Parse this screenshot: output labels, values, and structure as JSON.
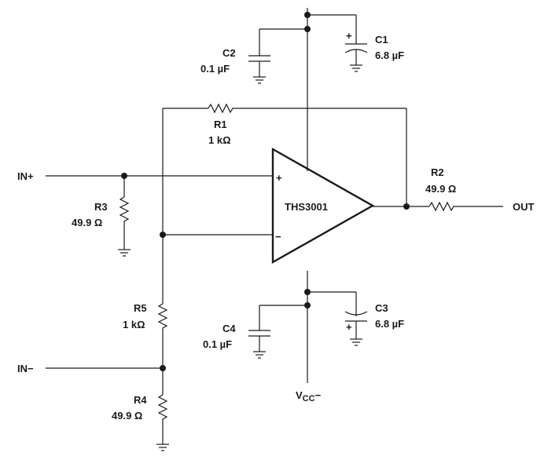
{
  "opamp": {
    "label": "THS3001",
    "plus_sign": "+",
    "minus_sign": "−"
  },
  "terminals": {
    "in_plus": "IN+",
    "in_minus": "IN−",
    "out": "OUT"
  },
  "supply": {
    "vcc_minus_main": "V",
    "vcc_minus_sub": "CC",
    "vcc_minus_sign": "−"
  },
  "components": {
    "c1": {
      "name": "C1",
      "value": "6.8 µF",
      "polarity": "+"
    },
    "c2": {
      "name": "C2",
      "value": "0.1 µF"
    },
    "c3": {
      "name": "C3",
      "value": "6.8 µF",
      "polarity": "+"
    },
    "c4": {
      "name": "C4",
      "value": "0.1 µF"
    },
    "r1": {
      "name": "R1",
      "value": "1 kΩ"
    },
    "r2": {
      "name": "R2",
      "value": "49.9 Ω"
    },
    "r3": {
      "name": "R3",
      "value": "49.9 Ω"
    },
    "r4": {
      "name": "R4",
      "value": "49.9 Ω"
    },
    "r5": {
      "name": "R5",
      "value": "1 kΩ"
    }
  }
}
